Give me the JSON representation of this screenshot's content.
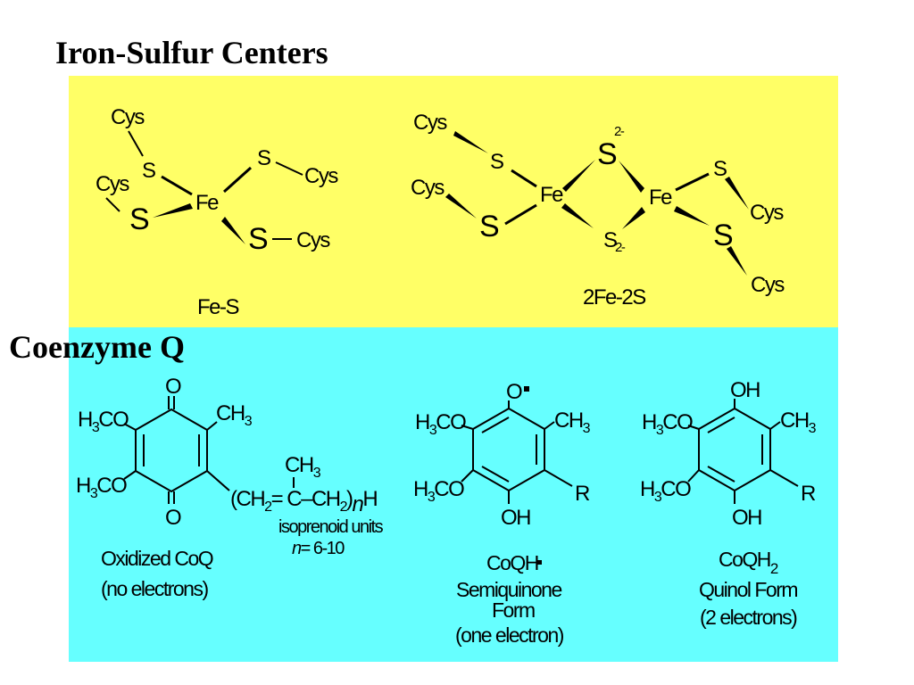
{
  "titles": {
    "iron_sulfur": "Iron-Sulfur Centers",
    "coenzyme_q": "Coenzyme Q"
  },
  "colors": {
    "iron_sulfur_panel": "#ffff66",
    "coenzyme_q_panel": "#66ffff"
  },
  "fes": {
    "cys": "Cys",
    "s": "S",
    "fe": "Fe",
    "caption": "Fe-S"
  },
  "fe2s2": {
    "cys": "Cys",
    "s": "S",
    "fe": "Fe",
    "charge": "2-",
    "caption": "2Fe-2S"
  },
  "oxidized": {
    "o_top": "O",
    "o_bottom": "O",
    "h3co": "H3CO",
    "ch3": "CH3",
    "ch3_chain": "CH3",
    "chain_open": "(CH",
    "chain_mid": "= C",
    "chain_dash": "–",
    "chain_ch2": "CH",
    "chain_close": ")",
    "n_sub": "n",
    "h": "H",
    "sub2": "2",
    "sub3": "3",
    "isoprenoid": "isoprenoid units",
    "n_eq": "n",
    "n_range": "= 6-10",
    "caption_line1": "Oxidized CoQ",
    "caption_line2": "(no electrons)"
  },
  "semiquinone": {
    "o_radical": "O",
    "h3co": "H3CO",
    "ch3": "CH3",
    "r": "R",
    "oh": "OH",
    "caption_line1": "CoQH",
    "caption_line2": "Semiquinone",
    "caption_line3": "Form",
    "caption_line4": "(one electron)"
  },
  "quinol": {
    "oh_top": "OH",
    "h3co": "H3CO",
    "ch3": "CH3",
    "r": "R",
    "oh_bottom": "OH",
    "caption_line1": "CoQH",
    "caption_sub": "2",
    "caption_line2": "Quinol Form",
    "caption_line3": "(2 electrons)"
  }
}
